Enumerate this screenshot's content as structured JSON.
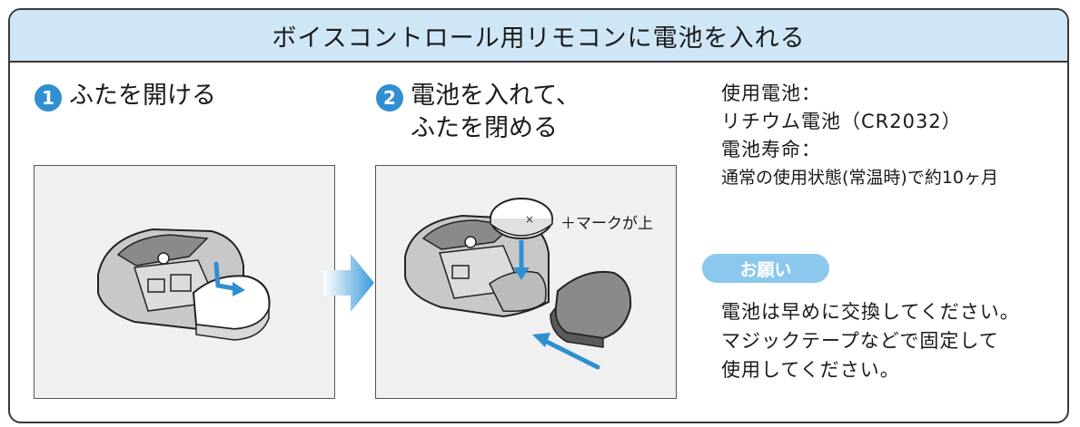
{
  "title": "ボイスコントロール用リモコンに電池を入れる",
  "steps": [
    {
      "number": "1",
      "text": "ふたを開ける"
    },
    {
      "number": "2",
      "line1": "電池を入れて、",
      "line2": "ふたを閉める"
    }
  ],
  "battery_mark_label": "＋マークが上",
  "battery_info": {
    "type_label": "使用電池：",
    "type_value": "リチウム電池（CR2032）",
    "life_label": "電池寿命：",
    "life_value": "通常の使用状態(常温時)で約10ヶ月"
  },
  "request": {
    "badge": "お願い",
    "lines": [
      "電池は早めに交換してください。",
      "マジックテープなどで固定して",
      "使用してください。"
    ]
  },
  "colors": {
    "title_bg": "#cfe6f6",
    "accent": "#2f8fd0",
    "badge": "#8cc8ee",
    "panel": "#f0f0f0"
  }
}
